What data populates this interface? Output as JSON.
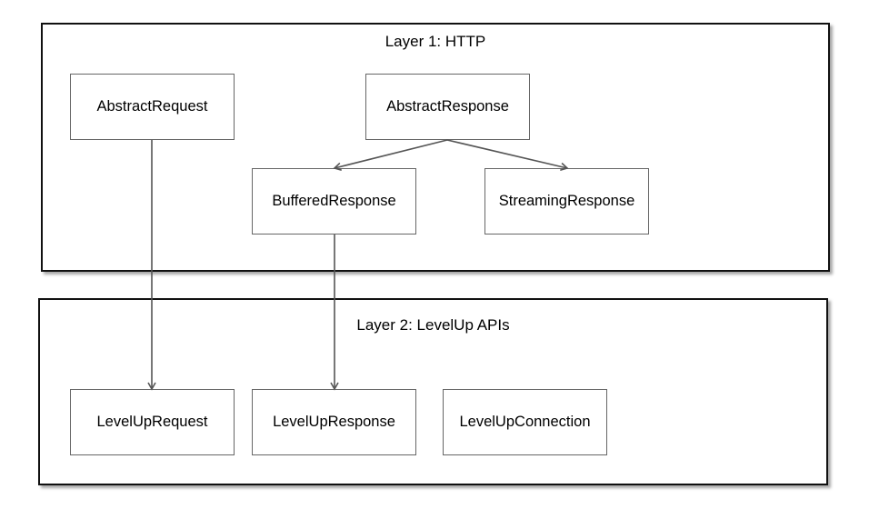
{
  "layers": [
    {
      "title": "Layer 1: HTTP"
    },
    {
      "title": "Layer 2: LevelUp APIs"
    }
  ],
  "nodes": {
    "abstract_request": "AbstractRequest",
    "abstract_response": "AbstractResponse",
    "buffered_response": "BufferedResponse",
    "streaming_response": "StreamingResponse",
    "levelup_request": "LevelUpRequest",
    "levelup_response": "LevelUpResponse",
    "levelup_connection": "LevelUpConnection"
  },
  "edges": [
    {
      "from": "abstract_response",
      "to": "buffered_response"
    },
    {
      "from": "abstract_response",
      "to": "streaming_response"
    },
    {
      "from": "abstract_request",
      "to": "levelup_request"
    },
    {
      "from": "buffered_response",
      "to": "levelup_response"
    }
  ],
  "colors": {
    "edge": "#555555",
    "node_border": "#666666",
    "layer_border": "#111111"
  }
}
